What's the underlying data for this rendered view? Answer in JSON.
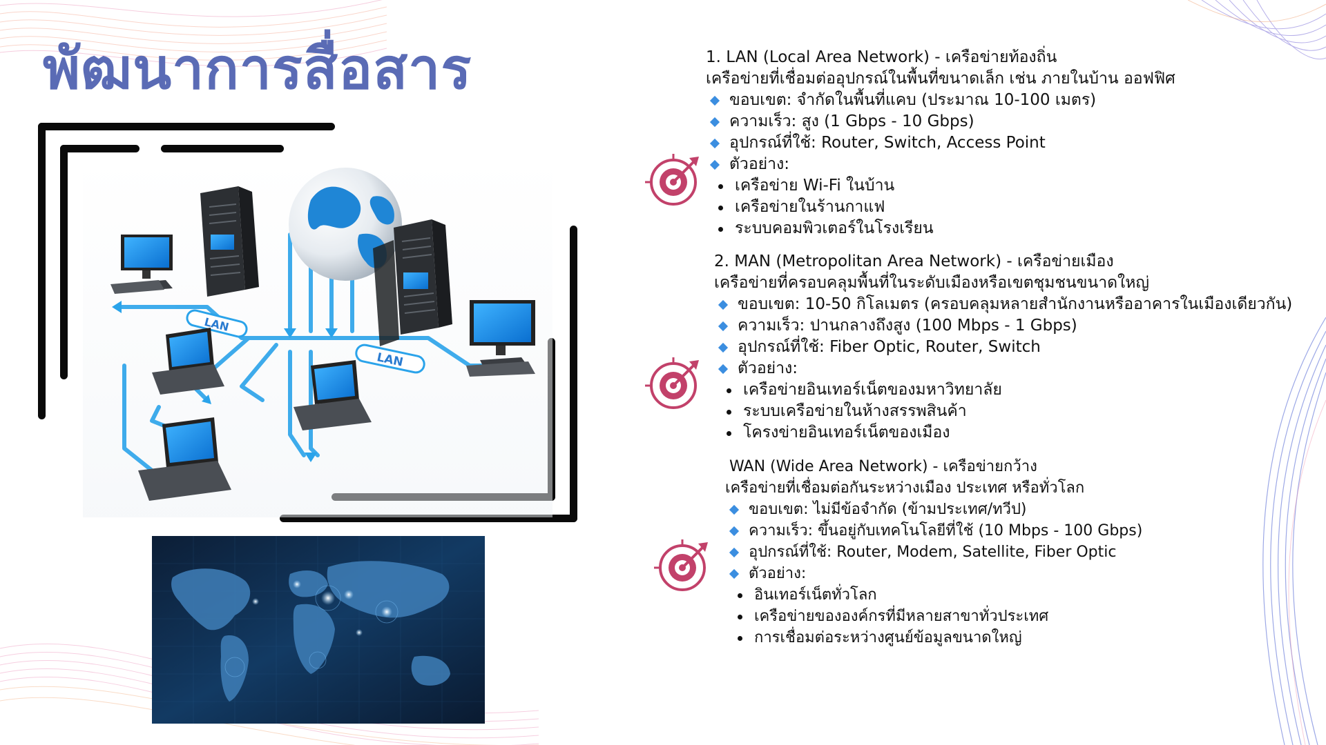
{
  "title": "พัฒนาการสื่อสาร",
  "colors": {
    "title": "#5a6bb5",
    "diamond": "#3b8ee0",
    "target": "#c2416a",
    "bracket": "#0a0a0a",
    "deco_pink": "#f2a7b8",
    "deco_blue": "#5b6fd6"
  },
  "images": {
    "network": "lan-network-illustration",
    "map": "world-map-network-image"
  },
  "lan": {
    "heading": "1. LAN (Local Area Network) - เครือข่ายท้องถิ่น",
    "description": "เครือข่ายที่เชื่อมต่ออุปกรณ์ในพื้นที่ขนาดเล็ก เช่น ภายในบ้าน ออฟฟิศ",
    "items": [
      "ขอบเขต: จำกัดในพื้นที่แคบ (ประมาณ 10-100 เมตร)",
      "ความเร็ว: สูง (1 Gbps - 10 Gbps)",
      "อุปกรณ์ที่ใช้: Router, Switch, Access Point",
      "ตัวอย่าง:"
    ],
    "examples": [
      "เครือข่าย Wi-Fi ในบ้าน",
      "เครือข่ายในร้านกาแฟ",
      "ระบบคอมพิวเตอร์ในโรงเรียน"
    ]
  },
  "man": {
    "heading": "2. MAN (Metropolitan Area Network) - เครือข่ายเมือง",
    "description": "เครือข่ายที่ครอบคลุมพื้นที่ในระดับเมืองหรือเขตชุมชนขนาดใหญ่",
    "items": [
      "ขอบเขต: 10-50 กิโลเมตร (ครอบคลุมหลายสำนักงานหรืออาคารในเมืองเดียวกัน)",
      "ความเร็ว: ปานกลางถึงสูง (100 Mbps - 1 Gbps)",
      "อุปกรณ์ที่ใช้: Fiber Optic, Router, Switch",
      "ตัวอย่าง:"
    ],
    "examples": [
      "เครือข่ายอินเทอร์เน็ตของมหาวิทยาลัย",
      "ระบบเครือข่ายในห้างสรรพสินค้า",
      "โครงข่ายอินเทอร์เน็ตของเมือง"
    ]
  },
  "wan": {
    "heading": "WAN (Wide Area Network) - เครือข่ายกว้าง",
    "description": "เครือข่ายที่เชื่อมต่อกันระหว่างเมือง ประเทศ หรือทั่วโลก",
    "items": [
      "ขอบเขต: ไม่มีข้อจำกัด (ข้ามประเทศ/ทวีป)",
      "ความเร็ว: ขึ้นอยู่กับเทคโนโลยีที่ใช้ (10 Mbps - 100 Gbps)",
      "อุปกรณ์ที่ใช้: Router, Modem, Satellite, Fiber Optic",
      "ตัวอย่าง:"
    ],
    "examples": [
      "อินเทอร์เน็ตทั่วโลก",
      "เครือข่ายขององค์กรที่มีหลายสาขาทั่วประเทศ",
      "การเชื่อมต่อระหว่างศูนย์ข้อมูลขนาดใหญ่"
    ]
  },
  "network_labels": [
    "LAN",
    "LAN"
  ]
}
